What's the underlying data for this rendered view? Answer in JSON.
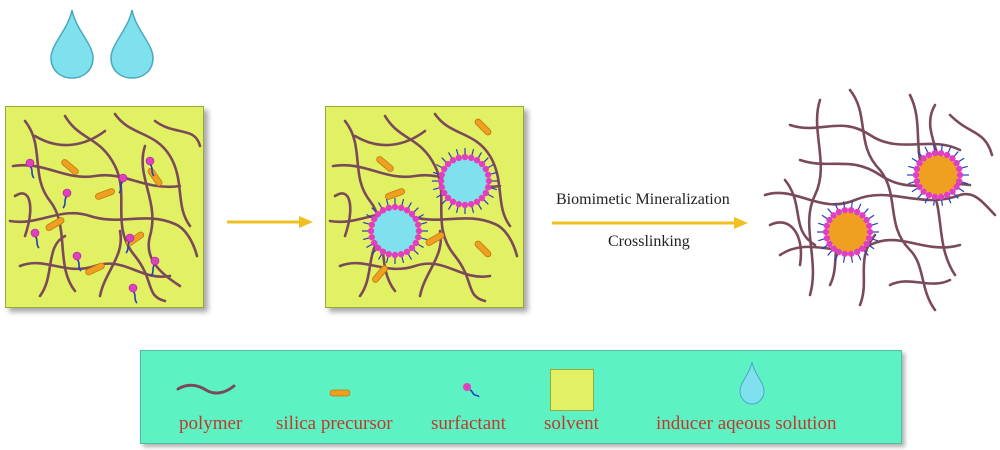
{
  "arrow": {
    "label_top": "Biomimetic Mineralization",
    "label_bottom": "Crosslinking"
  },
  "legend": {
    "items": [
      {
        "label": "polymer",
        "icon": "polymer-strand-icon"
      },
      {
        "label": "silica precursor",
        "icon": "silica-rod-icon"
      },
      {
        "label": "surfactant",
        "icon": "surfactant-icon"
      },
      {
        "label": "solvent",
        "icon": "solvent-square-icon"
      },
      {
        "label": "inducer aqeous solution",
        "icon": "water-drop-icon"
      }
    ]
  },
  "colors": {
    "solvent": "#e2f163",
    "polymer": "#7b4a5a",
    "silica_precursor": "#f0a020",
    "surfactant_head": "#e040c0",
    "surfactant_tail": "#2040c0",
    "inducer_solution": "#7fe0ee",
    "mineralized_core": "#f0a020",
    "legend_background": "#5cf2c4",
    "legend_text": "#c0392b",
    "arrow": "#f0c020"
  }
}
